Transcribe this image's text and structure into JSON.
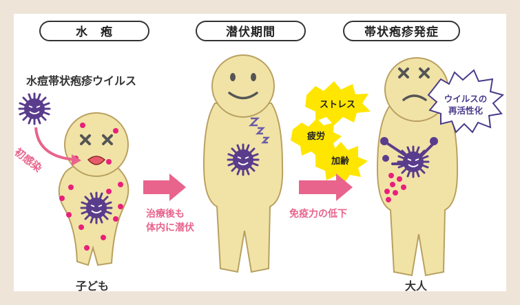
{
  "stages": [
    {
      "label": "水　疱"
    },
    {
      "label": "潜伏期間"
    },
    {
      "label": "帯状疱疹発症"
    }
  ],
  "virus_label": "水痘帯状疱疹ウイルス",
  "infection_label": "初感染",
  "arrow1_text": [
    "治療後も",
    "体内に潜伏"
  ],
  "arrow2_text": "免疫力の低下",
  "triggers": [
    "ストレス",
    "疲労",
    "加齢"
  ],
  "speech_bubble": [
    "ウイルスの",
    "再活性化"
  ],
  "child_label": "子ども",
  "adult_label": "大人",
  "colors": {
    "body": "#f1e3a6",
    "outline": "#b8a060",
    "virus": "#5a3c8c",
    "pink": "#e8648c",
    "burst": "#ffe600",
    "dots": "#e8207a"
  }
}
